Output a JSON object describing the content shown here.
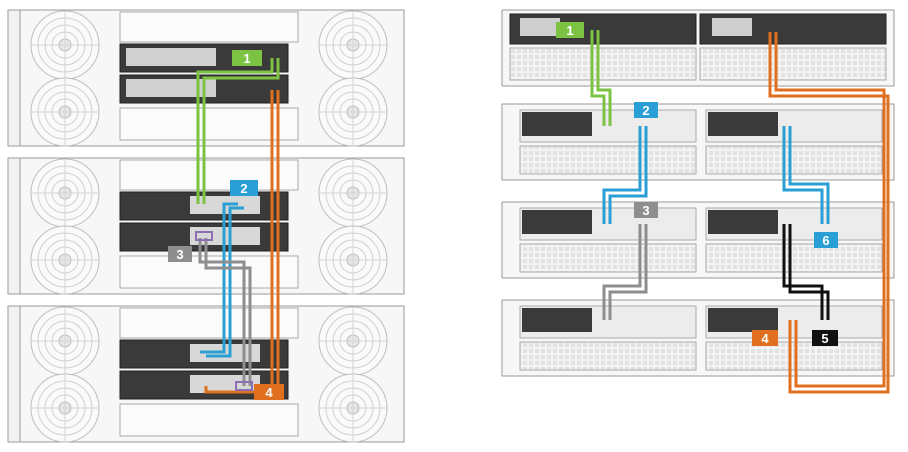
{
  "colors": {
    "chassis_fill": "#f7f7f7",
    "chassis_stroke": "#9a9a9a",
    "module_fill": "#3a3a3a",
    "module_light": "#d8d8d8",
    "green": "#7cc243",
    "blue": "#2a9fd6",
    "gray": "#8e8e8e",
    "orange": "#e0701f",
    "purple": "#8d6fb3",
    "black": "#111111",
    "label_text": "#ffffff"
  },
  "left_diagram": {
    "labels": [
      {
        "text": "1",
        "color": "green",
        "icon": "label-1"
      },
      {
        "text": "2",
        "color": "blue",
        "icon": "label-2"
      },
      {
        "text": "3",
        "color": "gray",
        "icon": "label-3"
      },
      {
        "text": "4",
        "color": "orange",
        "icon": "label-4"
      }
    ]
  },
  "right_diagram": {
    "labels": [
      {
        "text": "1",
        "color": "green",
        "icon": "label-1"
      },
      {
        "text": "2",
        "color": "blue",
        "icon": "label-2"
      },
      {
        "text": "3",
        "color": "gray",
        "icon": "label-3"
      },
      {
        "text": "4",
        "color": "orange",
        "icon": "label-4"
      },
      {
        "text": "5",
        "color": "black",
        "icon": "label-5"
      },
      {
        "text": "6",
        "color": "blue",
        "icon": "label-6"
      }
    ]
  }
}
